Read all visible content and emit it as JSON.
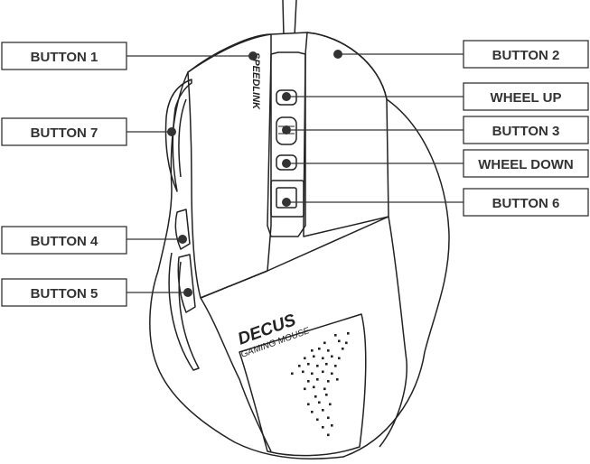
{
  "labels": {
    "button1": "BUTTON 1",
    "button2": "BUTTON 2",
    "button3": "BUTTON 3",
    "button4": "BUTTON 4",
    "button5": "BUTTON 5",
    "button6": "BUTTON 6",
    "button7": "BUTTON 7",
    "wheel_up": "WHEEL UP",
    "wheel_down": "WHEEL DOWN"
  },
  "mouse": {
    "side_logo": "SPEEDLINK",
    "model": "DECUS",
    "subtitle": "GAMING MOUSE"
  },
  "colors": {
    "line": "#222222",
    "label_border": "#333333",
    "background": "#ffffff"
  }
}
